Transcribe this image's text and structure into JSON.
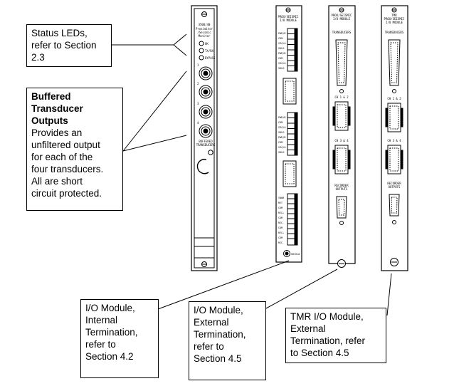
{
  "callouts": {
    "status_leds": {
      "line1": "Status LEDs,",
      "line2": "refer to Section",
      "line3": "2.3"
    },
    "buffered": {
      "title1": "Buffered",
      "title2": "Transducer",
      "title3": "Outputs",
      "body": [
        "Provides an",
        "unfiltered output",
        "for each of the",
        "four transducers.",
        "All are short",
        "circuit protected."
      ]
    },
    "io_internal": {
      "lines": [
        "I/O Module,",
        "Internal",
        "Termination,",
        "refer to",
        "Section 4.2"
      ]
    },
    "io_external": {
      "lines": [
        "I/O Module,",
        "External",
        "Termination,",
        "refer to",
        "Section 4.5"
      ]
    },
    "tmr_external": {
      "lines": [
        "TMR I/O Module,",
        "External",
        "Termination, refer",
        "to Section 4.5"
      ]
    }
  },
  "monitor_card": {
    "top_label": [
      "3500/40",
      "Proximitor",
      "/Seismic",
      "Monitor"
    ],
    "leds": [
      "OK",
      "TX/RX",
      "BYPASS"
    ],
    "channels": [
      "1",
      "2",
      "3",
      "4"
    ],
    "bottom_label": [
      "BUFFERED",
      "TRANSDUCERS"
    ]
  },
  "io_internal_card": {
    "header": [
      "PROX/SEISMIC",
      "I/O MODULE"
    ],
    "terminal_block_1": [
      "PWR/D",
      "COM",
      "SIG/A",
      "SHLD",
      "PWR/D",
      "COM",
      "SIG/A",
      "SHLD"
    ],
    "terminal_block_2": [
      "PWR/D",
      "COM",
      "SIG/A",
      "SHLD",
      "PWR/D",
      "COM",
      "SIG/A",
      "SHLD"
    ],
    "terminal_block_3": [
      "INHB",
      "RET",
      "COM",
      "REC+",
      "COM",
      "REC-",
      "COM",
      "REC+",
      "COM",
      "REC-"
    ],
    "shield": "SHIELD"
  },
  "io_external_card": {
    "header": [
      "PROX/SEISMIC",
      "I/O MODULE"
    ],
    "transducers": "TRANSDUCERS",
    "ch12": "CH 1 & 2",
    "ch34": "CH 3 & 4",
    "recorder": [
      "RECORDER",
      "OUTPUTS"
    ]
  },
  "tmr_card": {
    "header": [
      "TMR",
      "PROX/SEISMIC",
      "I/O MODULE"
    ],
    "transducers": "TRANSDUCERS",
    "ch12": "CH 1 & 2",
    "ch34": "CH 3 & 4",
    "recorder": [
      "RECORDER",
      "OUTPUTS"
    ]
  }
}
